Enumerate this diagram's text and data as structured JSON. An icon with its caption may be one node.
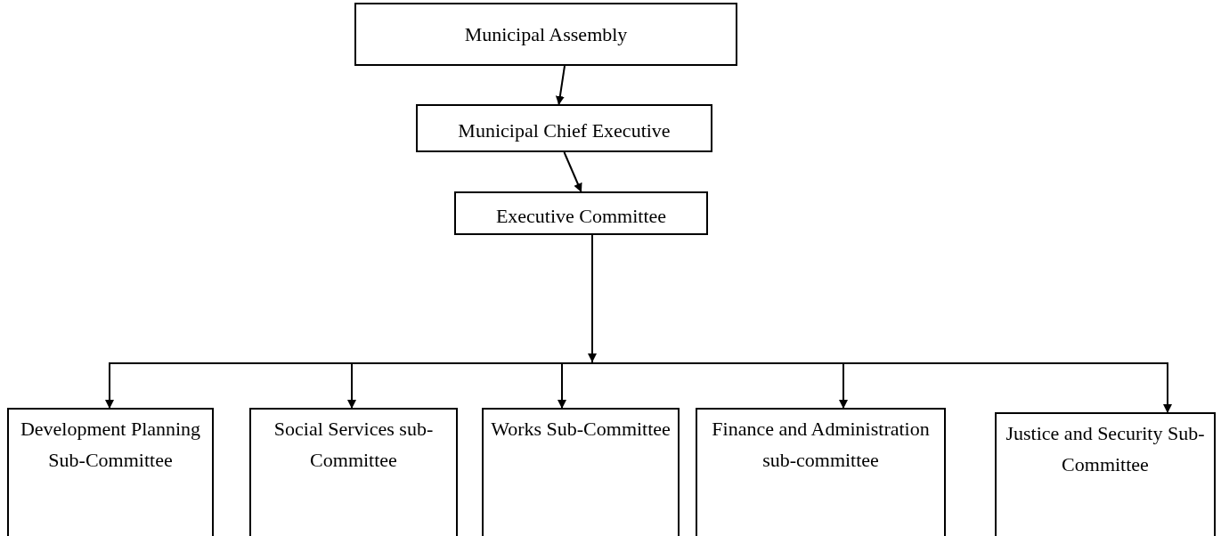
{
  "diagram": {
    "nodes": [
      {
        "text": [
          "Municipal Assembly"
        ]
      },
      {
        "text": [
          "Municipal Chief Executive"
        ]
      },
      {
        "text": [
          "Executive Committee"
        ]
      },
      {
        "text": [
          "Development Planning Sub-Committee"
        ]
      },
      {
        "text": [
          "Social Services sub-Committee"
        ]
      },
      {
        "text": [
          "Works Sub-Committee"
        ]
      },
      {
        "text": [
          "Finance and Administration sub-committee"
        ]
      },
      {
        "text": [
          "Justice and Security Sub-Committee"
        ]
      }
    ],
    "edges": [
      {
        "from": 0,
        "to": 1,
        "arrow": "to"
      },
      {
        "from": 1,
        "to": 2,
        "arrow": "to"
      },
      {
        "from": 2,
        "to": 3,
        "arrow": "to"
      },
      {
        "from": 2,
        "to": 4,
        "arrow": "to"
      },
      {
        "from": 2,
        "to": 5,
        "arrow": "to"
      },
      {
        "from": 2,
        "to": 6,
        "arrow": "to"
      },
      {
        "from": 2,
        "to": 7,
        "arrow": "to"
      }
    ]
  }
}
